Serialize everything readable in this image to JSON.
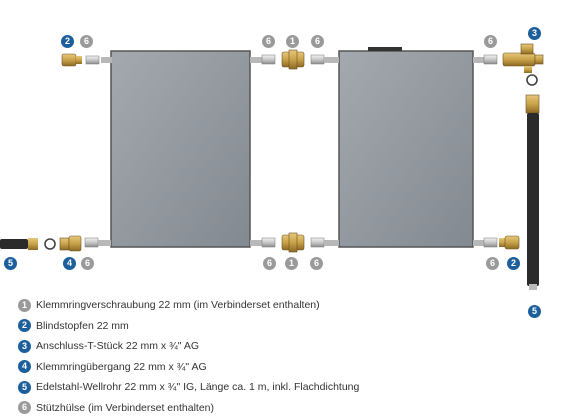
{
  "badges": {
    "n1": "1",
    "n2": "2",
    "n3": "3",
    "n4": "4",
    "n5": "5",
    "n6": "6"
  },
  "legend": [
    {
      "number": "1",
      "text": "Klemmringverschraubung 22 mm (im Verbinderset enthalten)",
      "style": "grey"
    },
    {
      "number": "2",
      "text": "Blindstopfen 22 mm",
      "style": "blue"
    },
    {
      "number": "3",
      "text": "Anschluss-T-Stück 22 mm x ¾\" AG",
      "style": "blue"
    },
    {
      "number": "4",
      "text": "Klemmringübergang 22 mm x ¾\" AG",
      "style": "blue"
    },
    {
      "number": "5",
      "text": "Edelstahl-Wellrohr 22 mm x ¾\" IG, Länge ca. 1 m, inkl. Flachdichtung",
      "style": "blue"
    },
    {
      "number": "6",
      "text": "Stützhülse (im Verbinderset enthalten)",
      "style": "grey"
    }
  ],
  "colors": {
    "blue_badge": "#1d5f9c",
    "grey_badge": "#9a9a9a",
    "panel": "#8f959c",
    "brass": "#c9a24a",
    "pipe": "#2b2b2b"
  }
}
